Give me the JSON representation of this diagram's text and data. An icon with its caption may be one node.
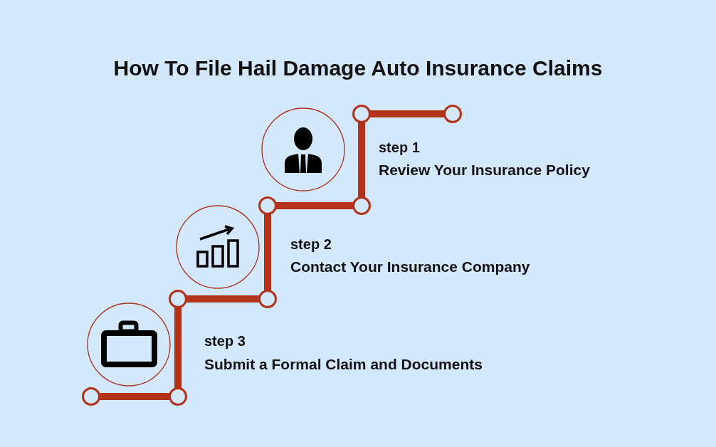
{
  "diagram": {
    "title": "How To File Hail Damage Auto Insurance Claims",
    "nodes": [
      {
        "text": [],
        "shape": "circle"
      },
      {
        "text": [],
        "shape": "circle"
      },
      {
        "text": [],
        "shape": "circle"
      },
      {
        "text": [],
        "shape": "circle"
      },
      {
        "text": [],
        "shape": "circle"
      },
      {
        "text": [],
        "shape": "circle"
      },
      {
        "text": [],
        "shape": "circle"
      },
      {
        "text": [],
        "shape": "circle"
      }
    ],
    "edges": [
      {
        "from": 0,
        "to": 1,
        "arrow": "none"
      },
      {
        "from": 0,
        "to": 3,
        "arrow": "none"
      },
      {
        "from": 2,
        "to": 3,
        "arrow": "none"
      },
      {
        "from": 2,
        "to": 5,
        "arrow": "none"
      },
      {
        "from": 4,
        "to": 5,
        "arrow": "none"
      },
      {
        "from": 4,
        "to": 7,
        "arrow": "none"
      },
      {
        "from": 6,
        "to": 7,
        "arrow": "none"
      }
    ],
    "labels": [
      "step 1",
      "Review Your Insurance Policy",
      "step 2",
      "Contact Your Insurance Company",
      "step 3",
      "Submit a Formal Claim and Documents"
    ]
  }
}
